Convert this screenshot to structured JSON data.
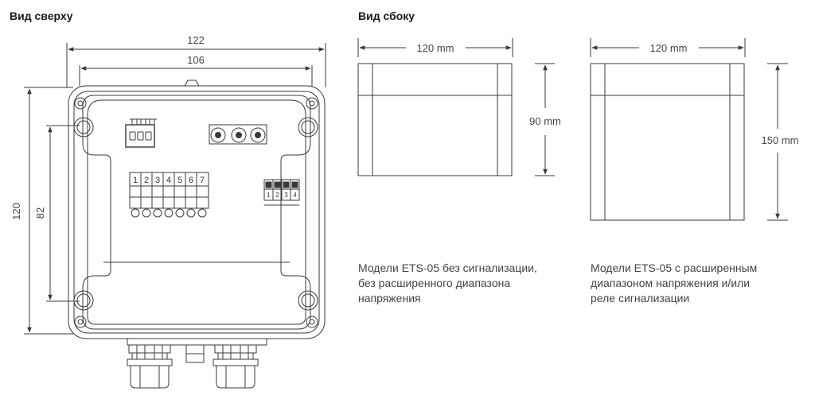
{
  "top_view": {
    "title": "Вид сверху",
    "dims": {
      "outer_width": "122",
      "inner_width": "106",
      "outer_height": "120",
      "inner_height": "82"
    },
    "terminal_labels": [
      "1",
      "2",
      "3",
      "4",
      "5",
      "6",
      "7"
    ],
    "dip_labels": [
      "1",
      "2",
      "3",
      "4"
    ]
  },
  "side_view": {
    "title": "Вид сбоку",
    "left": {
      "width_label": "120 mm",
      "height_label": "90 mm",
      "caption": [
        "Модели ETS-05 без сигнализации,",
        "без расширенного диапазона",
        "напряжения"
      ]
    },
    "right": {
      "width_label": "120 mm",
      "height_label": "150 mm",
      "caption": [
        "Модели ETS-05 с расширенным",
        "диапазоном напряжения и/или",
        "реле сигнализации"
      ]
    }
  },
  "colors": {
    "line": "#3a3a3a",
    "text": "#444444"
  }
}
